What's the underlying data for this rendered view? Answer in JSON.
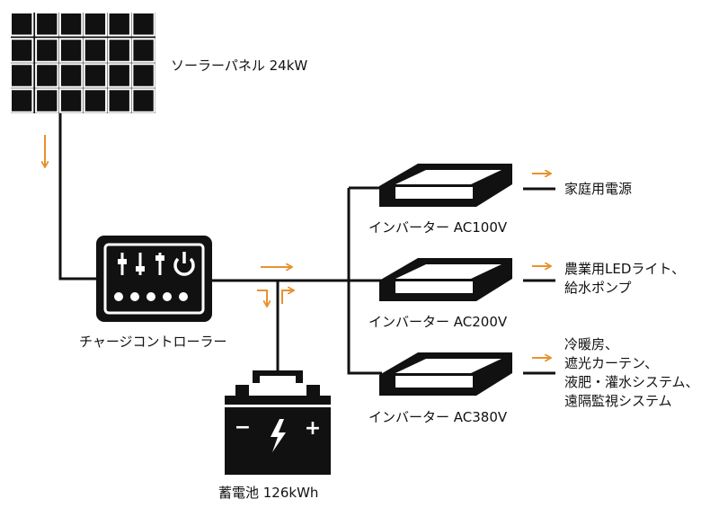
{
  "solar_panel": {
    "label": "ソーラーパネル 24kW",
    "icon": "solar-panel-icon"
  },
  "charge_controller": {
    "label": "チャージコントローラー",
    "icon": "charge-controller-icon"
  },
  "battery": {
    "label": "蓄電池 126kWh",
    "icon": "car-battery-icon",
    "minus": "−",
    "plus": "+"
  },
  "inverters": [
    {
      "label": "インバーター AC100V",
      "output": "家庭用電源"
    },
    {
      "label": "インバーター AC200V",
      "output": "農業用LEDライト、\n給水ポンプ"
    },
    {
      "label": "インバーター AC380V",
      "output": "冷暖房、\n遮光カーテン、\n液肥・灌水システム、\n遠隔監視システム"
    }
  ],
  "colors": {
    "line": "#111111",
    "arrow": "#e8922e",
    "device_top": "#ffffff"
  }
}
